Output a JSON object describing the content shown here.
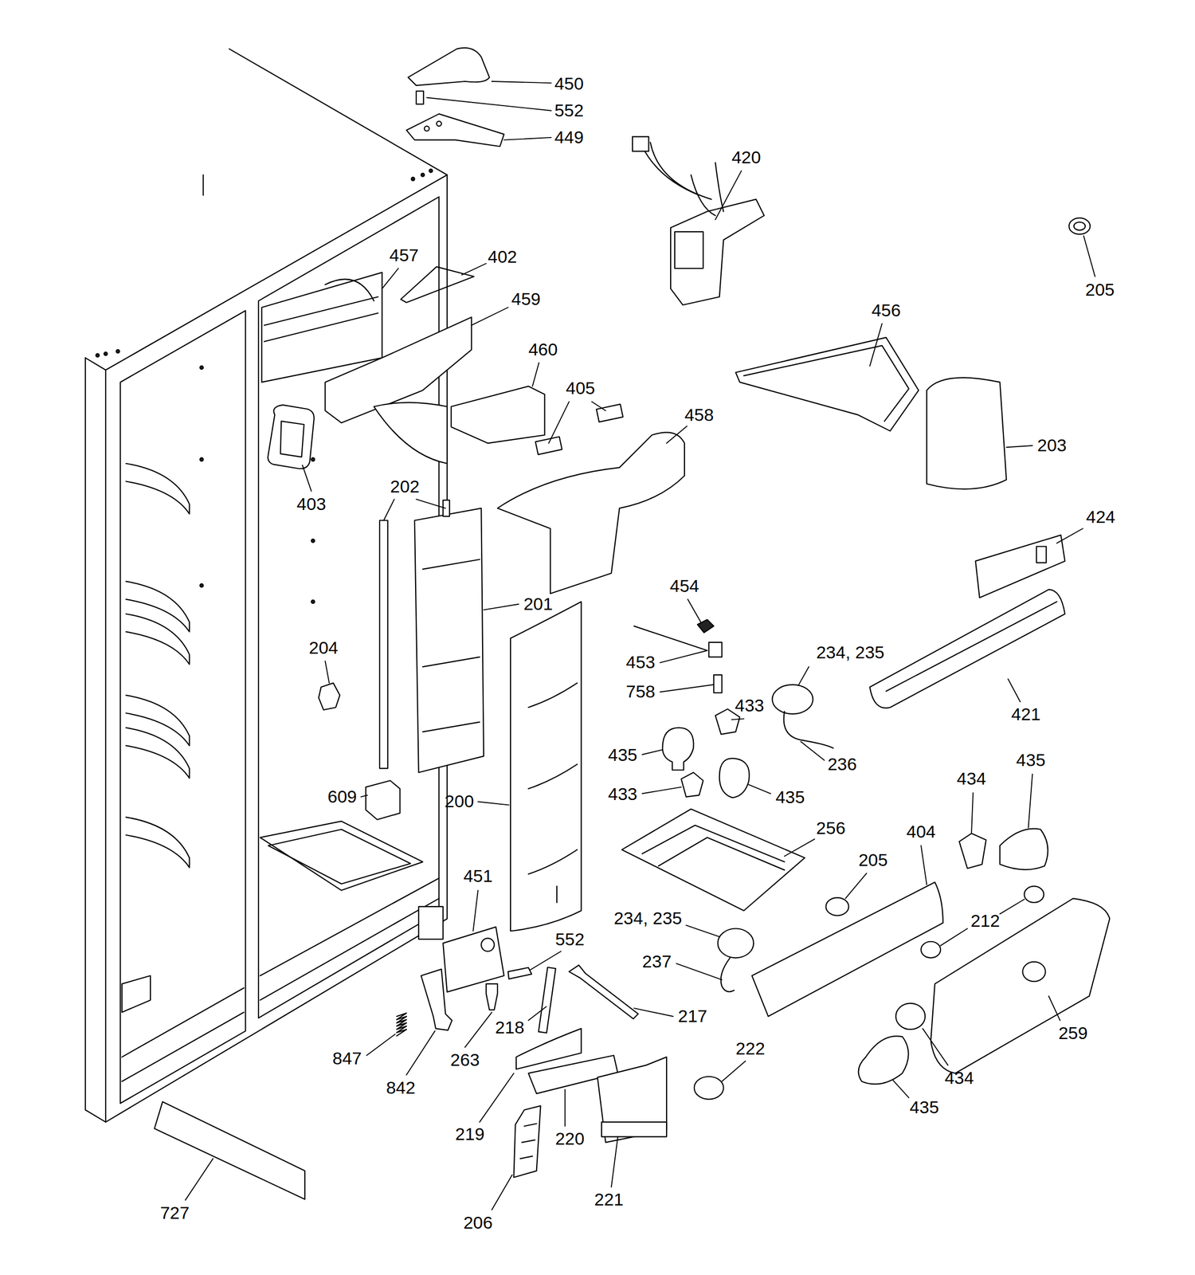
{
  "diagram": {
    "labels": [
      "450",
      "552",
      "449",
      "420",
      "457",
      "402",
      "205",
      "459",
      "456",
      "460",
      "405",
      "458",
      "203",
      "202",
      "403",
      "424",
      "454",
      "201",
      "204",
      "234, 235",
      "453",
      "758",
      "433",
      "421",
      "435",
      "435",
      "236",
      "434",
      "433",
      "609",
      "435",
      "200",
      "256",
      "404",
      "205",
      "451",
      "234, 235",
      "212",
      "552",
      "237",
      "217",
      "218",
      "259",
      "222",
      "847",
      "263",
      "434",
      "842",
      "435",
      "219",
      "220",
      "221",
      "727",
      "206"
    ]
  }
}
